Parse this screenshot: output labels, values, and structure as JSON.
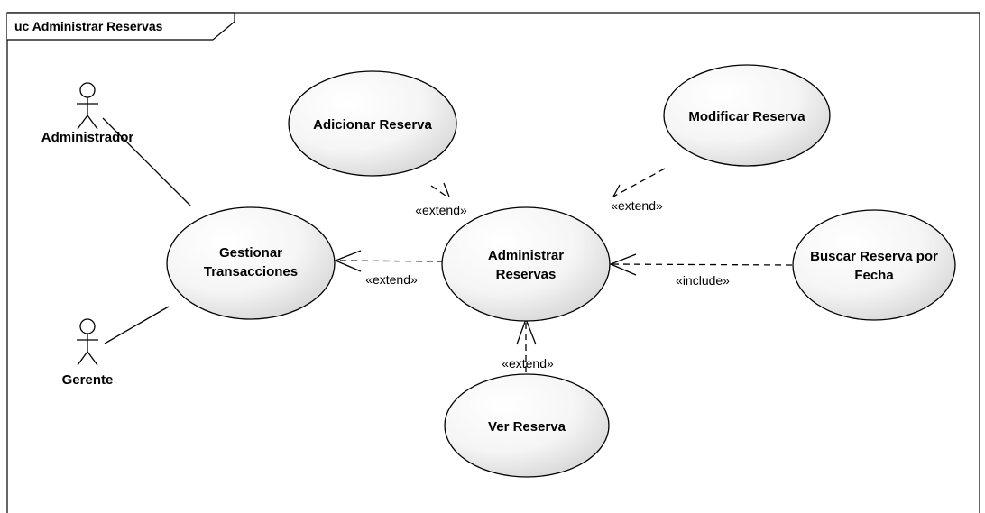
{
  "diagram": {
    "frame_title": "uc Administrar Reservas",
    "actors": {
      "administrador": "Administrador",
      "gerente": "Gerente"
    },
    "use_cases": {
      "adicionar_reserva": [
        "Adicionar Reserva"
      ],
      "modificar_reserva": [
        "Modificar Reserva"
      ],
      "gestionar_transacciones": [
        "Gestionar",
        "Transacciones"
      ],
      "administrar_reservas": [
        "Administrar",
        "Reservas"
      ],
      "buscar_reserva": [
        "Buscar Reserva por",
        "Fecha"
      ],
      "ver_reserva": [
        "Ver Reserva"
      ]
    },
    "relations": {
      "adicionar_extend": "«extend»",
      "modificar_extend": "«extend»",
      "gestionar_extend": "«extend»",
      "buscar_include": "«include»",
      "ver_extend": "«extend»"
    }
  }
}
